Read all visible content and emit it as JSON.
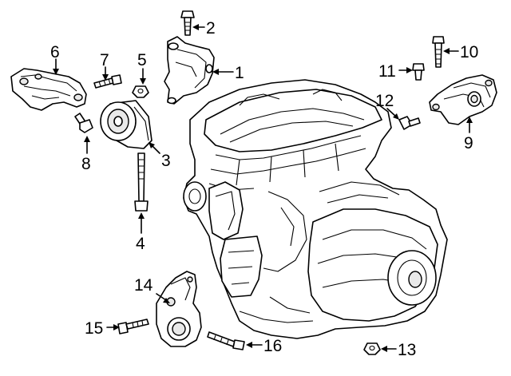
{
  "diagram": {
    "title": "",
    "callouts": [
      {
        "id": "c1",
        "text": "1"
      },
      {
        "id": "c2",
        "text": "2"
      },
      {
        "id": "c3",
        "text": "3"
      },
      {
        "id": "c4",
        "text": "4"
      },
      {
        "id": "c5",
        "text": "5"
      },
      {
        "id": "c6",
        "text": "6"
      },
      {
        "id": "c7",
        "text": "7"
      },
      {
        "id": "c8",
        "text": "8"
      },
      {
        "id": "c9",
        "text": "9"
      },
      {
        "id": "c10",
        "text": "10"
      },
      {
        "id": "c11",
        "text": "11"
      },
      {
        "id": "c12",
        "text": "12"
      },
      {
        "id": "c13",
        "text": "13"
      },
      {
        "id": "c14",
        "text": "14"
      },
      {
        "id": "c15",
        "text": "15"
      },
      {
        "id": "c16",
        "text": "16"
      }
    ]
  }
}
